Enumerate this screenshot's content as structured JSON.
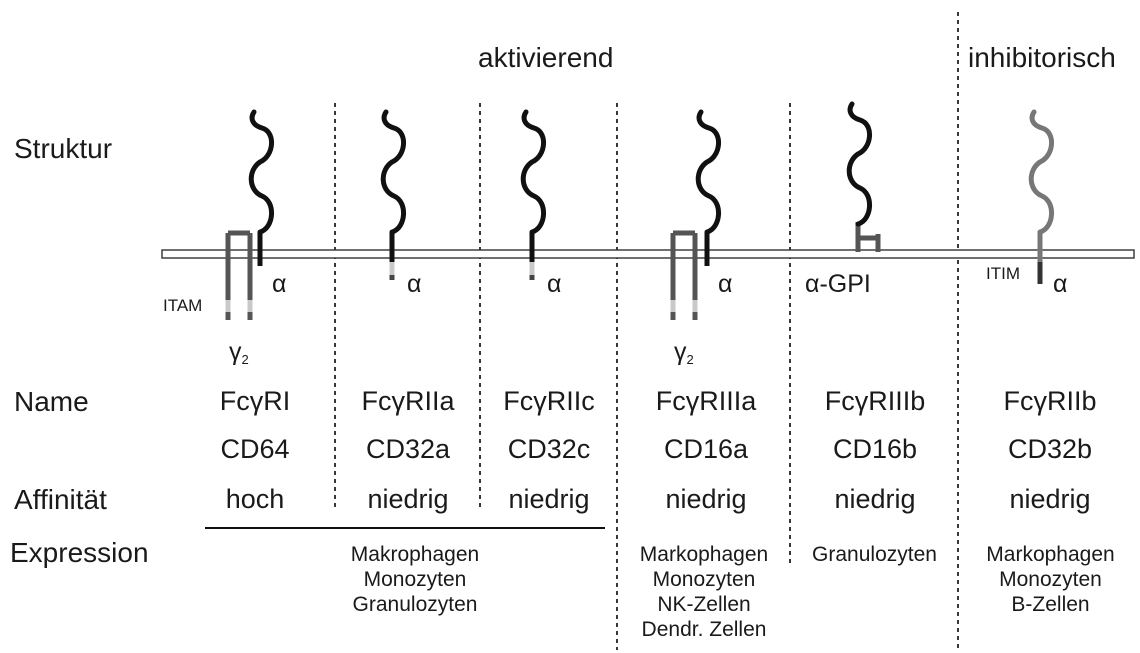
{
  "headers": {
    "activating": "aktivierend",
    "inhibitory": "inhibitorisch"
  },
  "row_labels": {
    "structure": "Struktur",
    "name": "Name",
    "affinity": "Affinität",
    "expression": "Expression"
  },
  "receptors": [
    {
      "name": "FcγRI",
      "cd": "CD64",
      "affinity": "hoch",
      "chain": "α"
    },
    {
      "name": "FcγRIIa",
      "cd": "CD32a",
      "affinity": "niedrig",
      "chain": "α"
    },
    {
      "name": "FcγRIIc",
      "cd": "CD32c",
      "affinity": "niedrig",
      "chain": "α"
    },
    {
      "name": "FcγRIIIa",
      "cd": "CD16a",
      "affinity": "niedrig",
      "chain": "α"
    },
    {
      "name": "FcγRIIIb",
      "cd": "CD16b",
      "affinity": "niedrig",
      "chain": "α-GPI"
    },
    {
      "name": "FcγRIIb",
      "cd": "CD32b",
      "affinity": "niedrig",
      "chain": "α"
    }
  ],
  "motifs": {
    "itam": "ITAM",
    "itim": "ITIM",
    "gamma": "γ",
    "gamma_sub": "2"
  },
  "expression": {
    "group1": [
      "Makrophagen",
      "Monozyten",
      "Granulozyten"
    ],
    "group2": [
      "Markophagen",
      "Monozyten",
      "NK-Zellen",
      "Dendr. Zellen"
    ],
    "group3": [
      "Granulozyten"
    ],
    "group4": [
      "Markophagen",
      "Monozyten",
      "B-Zellen"
    ]
  }
}
